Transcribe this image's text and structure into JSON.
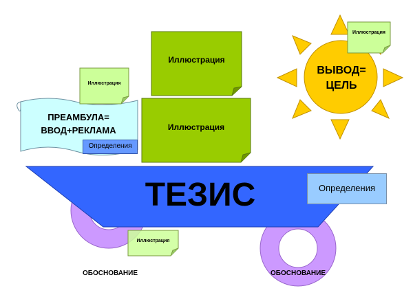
{
  "diagram": {
    "preamble_line1": "ПРЕАМБУЛА=",
    "preamble_line2": "ВВОД+РЕКЛАМА",
    "definitions_small": "Определения",
    "illustration_small": "Иллюстрация",
    "illustration_big_top": "Иллюстрация",
    "illustration_big_bottom": "Иллюстрация",
    "sun_line1": "ВЫВОД=",
    "sun_line2": "ЦЕЛЬ",
    "sun_illustration": "Иллюстрация",
    "thesis": "ТЕЗИС",
    "definitions_right": "Определения",
    "wheel_illustration": "Иллюстрация",
    "justification_left": "ОБОСНОВАНИЕ",
    "justification_right": "ОБОСНОВАНИЕ"
  },
  "colors": {
    "note_green": "#99cc00",
    "note_light": "#ccff99",
    "scroll_fill": "#ccffff",
    "definitions_fill": "#6699ff",
    "sun_center": "#ffcc00",
    "sun_ray": "#ffcc00",
    "thesis_fill": "#3366ff",
    "definitions_right_fill": "#99ccff",
    "wheel": "#cc99ff"
  }
}
